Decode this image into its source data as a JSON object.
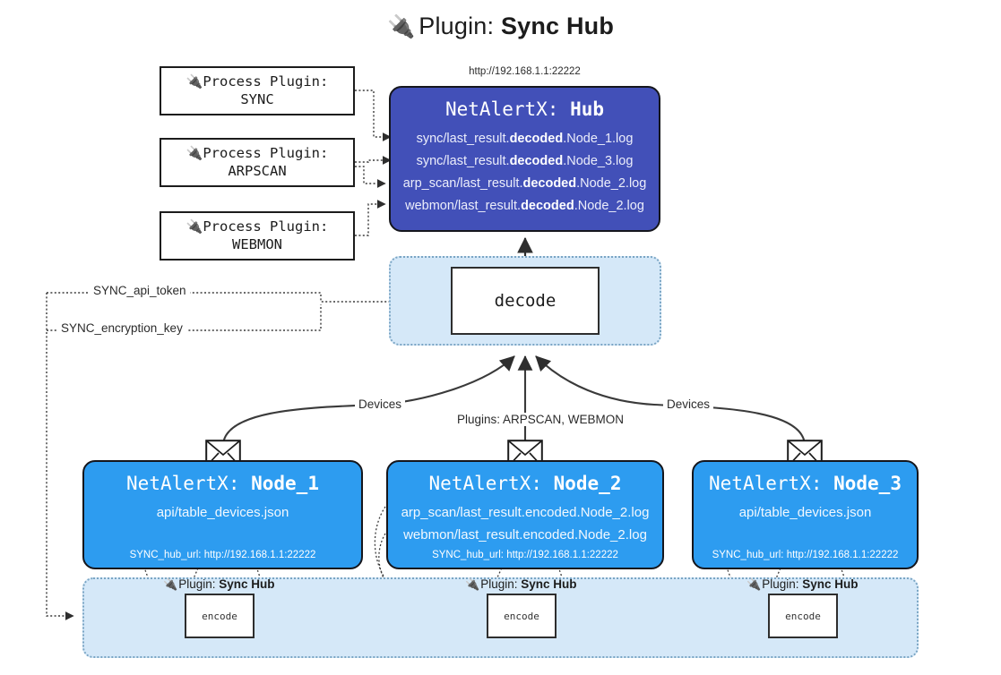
{
  "title": {
    "icon": "plug-icon",
    "glyph": "🔌",
    "prefix": "Plugin: ",
    "name": "Sync Hub"
  },
  "colors": {
    "hub": "#4250b8",
    "node": "#2d9cf0",
    "container": "#d5e8f8",
    "container_border": "#7aa5c4",
    "outline": "#15161c",
    "text_dark": "#1c1c1c"
  },
  "process_plugins": [
    {
      "glyph": "🔌",
      "line1": "Process Plugin:",
      "line2": "SYNC"
    },
    {
      "glyph": "🔌",
      "line1": "Process Plugin:",
      "line2": "ARPSCAN"
    },
    {
      "glyph": "🔌",
      "line1": "Process Plugin:",
      "line2": "WEBMON"
    }
  ],
  "hub": {
    "url_label": "http://192.168.1.1:22222",
    "title_prefix": "NetAlertX: ",
    "title_name": "Hub",
    "logs": [
      {
        "pre": "sync/last_result.",
        "bold": "decoded",
        "post": ".Node_1.log"
      },
      {
        "pre": "sync/last_result.",
        "bold": "decoded",
        "post": ".Node_3.log"
      },
      {
        "pre": "arp_scan/last_result.",
        "bold": "decoded",
        "post": ".Node_2.log"
      },
      {
        "pre": "webmon/last_result.",
        "bold": "decoded",
        "post": ".Node_2.log"
      }
    ]
  },
  "decode": {
    "label": "decode"
  },
  "secret_wires": [
    {
      "label": "SYNC_api_token"
    },
    {
      "label": "SYNC_encryption_key"
    }
  ],
  "edge_labels": {
    "left_devices": "Devices",
    "center_plugins": "Plugins: ARPSCAN, WEBMON",
    "right_devices": "Devices"
  },
  "nodes": [
    {
      "title_prefix": "NetAlertX: ",
      "title_name": "Node_1",
      "lines": [
        "api/table_devices.json"
      ],
      "footer": "SYNC_hub_url: http://192.168.1.1:22222",
      "envelope_icon": "envelope-icon"
    },
    {
      "title_prefix": "NetAlertX: ",
      "title_name": "Node_2",
      "lines": [
        "arp_scan/last_result.encoded.Node_2.log",
        "webmon/last_result.encoded.Node_2.log"
      ],
      "footer": "SYNC_hub_url: http://192.168.1.1:22222",
      "envelope_icon": "envelope-icon"
    },
    {
      "title_prefix": "NetAlertX: ",
      "title_name": "Node_3",
      "lines": [
        "api/table_devices.json"
      ],
      "footer": "SYNC_hub_url: http://192.168.1.1:22222",
      "envelope_icon": "envelope-icon"
    }
  ],
  "encoders": [
    {
      "plugin_glyph": "🔌",
      "plugin_prefix": "Plugin: ",
      "plugin_name": "Sync Hub",
      "label": "encode"
    },
    {
      "plugin_glyph": "🔌",
      "plugin_prefix": "Plugin: ",
      "plugin_name": "Sync Hub",
      "label": "encode"
    },
    {
      "plugin_glyph": "🔌",
      "plugin_prefix": "Plugin: ",
      "plugin_name": "Sync Hub",
      "label": "encode"
    }
  ]
}
